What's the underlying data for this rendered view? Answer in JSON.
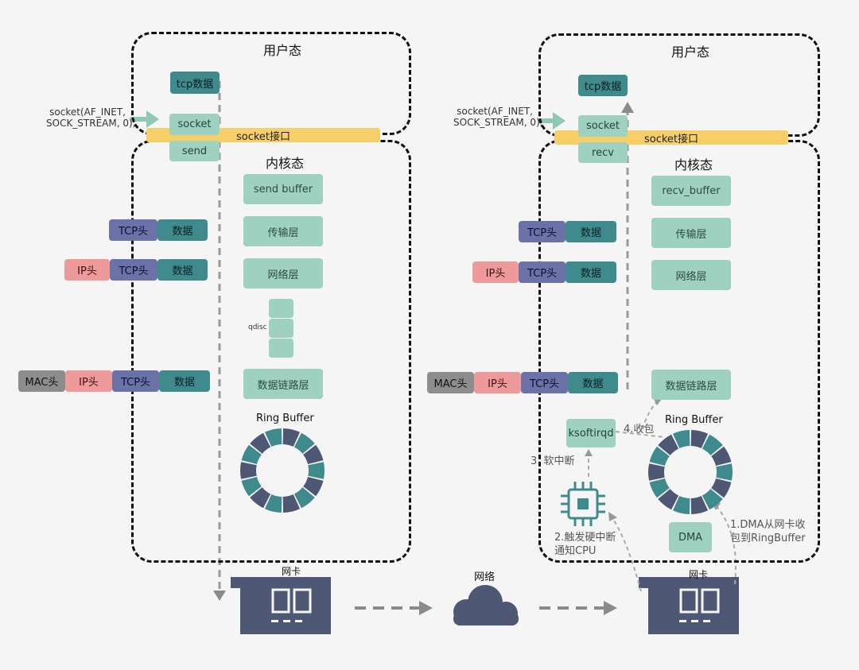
{
  "colors": {
    "dark_teal": "#3f8a8c",
    "light_teal": "#9fd1c0",
    "tcp_purple": "#6a72a8",
    "ip_pink": "#ef9a9a",
    "mac_gray": "#8d8d8d",
    "socket_bar": "#f7cf69",
    "nic_navy": "#4e5773",
    "cloud_navy": "#4e5773",
    "ring_teal": "#3f8a8c",
    "ring_navy": "#4e5773",
    "arrow_gray": "#8a8a8a",
    "arrow_green": "#8fc9b4"
  },
  "icons": [
    "nic-card-icon",
    "cloud-icon",
    "cpu-chip-icon",
    "ring-buffer-icon"
  ],
  "left": {
    "user_mode": "用户态",
    "kernel_mode": "内核态",
    "tcp_data": "tcp数据",
    "socket_call_line1": "socket(AF_INET,",
    "socket_call_line2": "SOCK_STREAM, 0);",
    "socket": "socket",
    "socket_interface": "socket接口",
    "send": "send",
    "send_buffer": "send buffer",
    "transport_layer": "传输层",
    "network_layer": "网络层",
    "qdisc": "qdisc",
    "link_layer": "数据链路层",
    "ring_buffer": "Ring Buffer",
    "nic": "网卡",
    "packets": {
      "tcp_row": {
        "tcp": "TCP头",
        "data": "数据"
      },
      "ip_row": {
        "ip": "IP头",
        "tcp": "TCP头",
        "data": "数据"
      },
      "mac_row": {
        "mac": "MAC头",
        "ip": "IP头",
        "tcp": "TCP头",
        "data": "数据"
      }
    }
  },
  "network": "网络",
  "right": {
    "user_mode": "用户态",
    "kernel_mode": "内核态",
    "tcp_data": "tcp数据",
    "socket_call_line1": "socket(AF_INET,",
    "socket_call_line2": "SOCK_STREAM, 0);",
    "socket": "socket",
    "socket_interface": "socket接口",
    "recv": "recv",
    "recv_buffer": "recv_buffer",
    "transport_layer": "传输层",
    "network_layer": "网络层",
    "link_layer": "数据链路层",
    "ring_buffer": "Ring Buffer",
    "ksoftirqd": "ksoftirqd",
    "dma": "DMA",
    "nic": "网卡",
    "step1_line1": "1.DMA从网卡收",
    "step1_line2": "包到RingBuffer",
    "step2_line1": "2.触发硬中断",
    "step2_line2": "通知CPU",
    "step3": "3. 软中断",
    "step4": "4.收包",
    "packets": {
      "tcp_row": {
        "tcp": "TCP头",
        "data": "数据"
      },
      "ip_row": {
        "ip": "IP头",
        "tcp": "TCP头",
        "data": "数据"
      },
      "mac_row": {
        "mac": "MAC头",
        "ip": "IP头",
        "tcp": "TCP头",
        "data": "数据"
      }
    }
  }
}
